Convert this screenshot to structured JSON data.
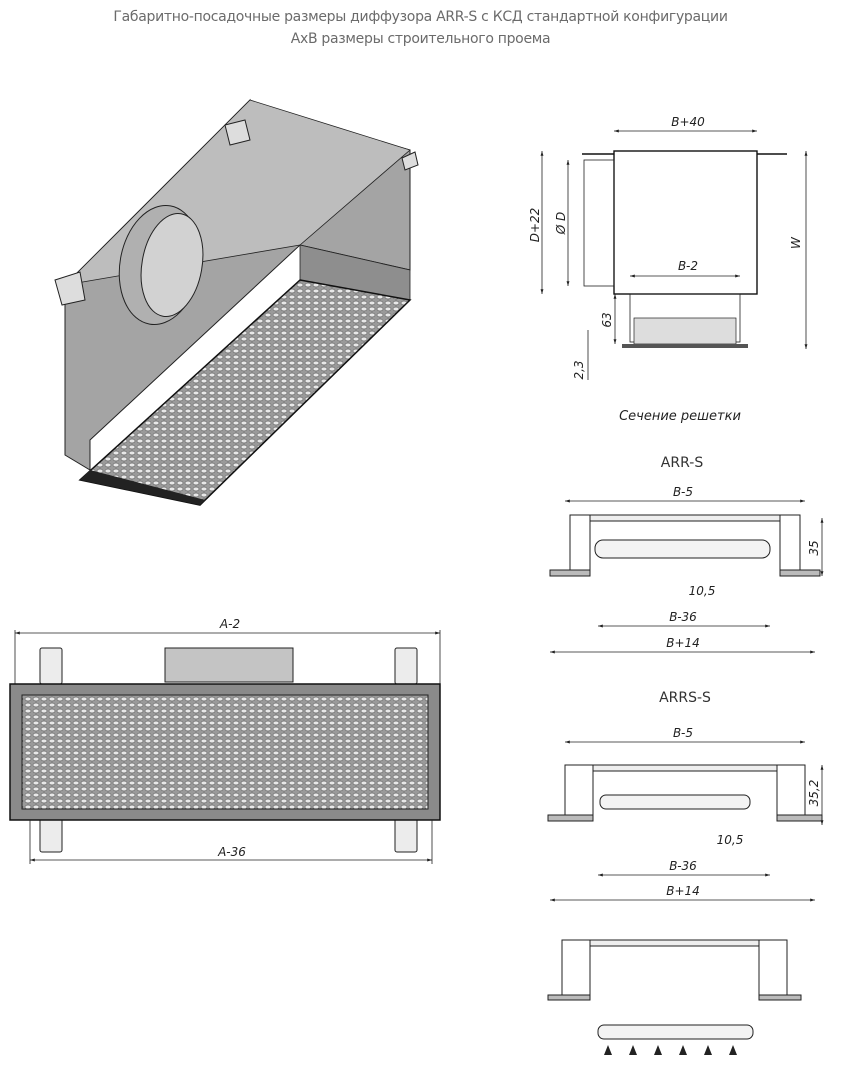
{
  "header": {
    "title_line1": "Габаритно-посадочные размеры диффузора ARR-S с КСД стандартной конфигурации",
    "title_line2": "AxB размеры строительного проема"
  },
  "front_view": {
    "dim_top": "A-2",
    "dim_bottom": "A-36"
  },
  "section_view": {
    "dim_width_top": "B+40",
    "dim_height_outer": "D+22",
    "dim_diameter": "Ø D",
    "dim_total_height": "W",
    "dim_inner_width": "B-2",
    "dim_grille_height": "63",
    "dim_flange": "2,3",
    "caption": "Сечение решетки"
  },
  "arr_s": {
    "label": "ARR-S",
    "dim_top": "B-5",
    "dim_height": "35",
    "dim_pitch": "10,5",
    "dim_inner": "B-36",
    "dim_outer": "B+14"
  },
  "arrs_s": {
    "label": "ARRS-S",
    "dim_top": "B-5",
    "dim_height": "35,2",
    "dim_pitch": "10,5",
    "dim_inner": "B-36",
    "dim_outer": "B+14"
  }
}
